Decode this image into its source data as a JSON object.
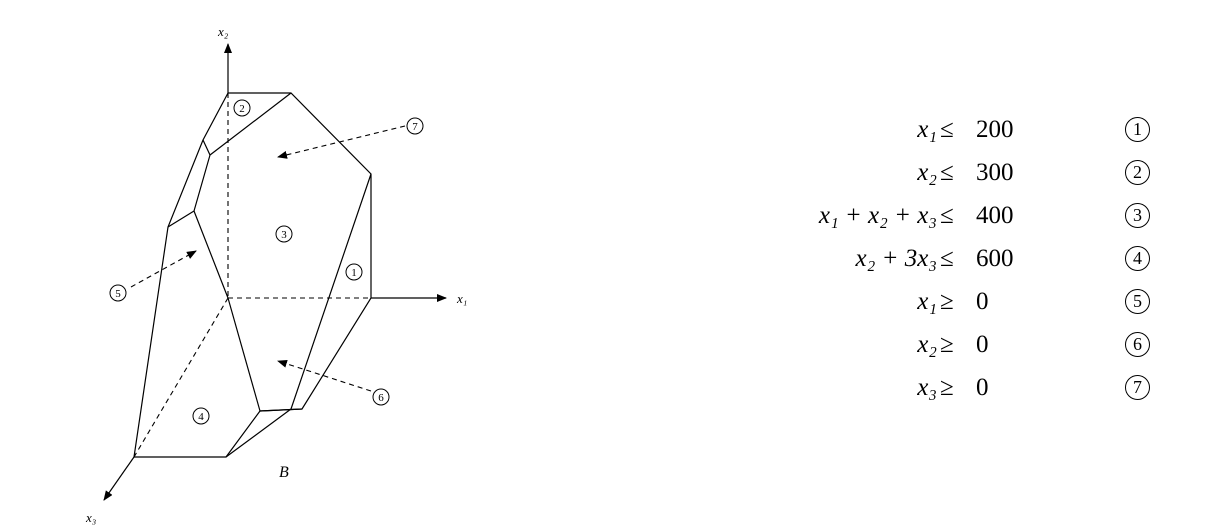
{
  "figure": {
    "axis_labels": {
      "x1": "x₁",
      "x2": "x₂",
      "x3": "x₃"
    },
    "polytope_label": "B",
    "face_labels": [
      "1",
      "2",
      "3",
      "4",
      "5",
      "6",
      "7"
    ]
  },
  "constraints": [
    {
      "lhs": "x₁",
      "rel": "≤",
      "rhs": "200",
      "num": "1"
    },
    {
      "lhs": "x₂",
      "rel": "≤",
      "rhs": "300",
      "num": "2"
    },
    {
      "lhs": "x₁ + x₂ + x₃",
      "rel": "≤",
      "rhs": "400",
      "num": "3"
    },
    {
      "lhs": "x₂ + 3x₃",
      "rel": "≤",
      "rhs": "600",
      "num": "4"
    },
    {
      "lhs": "x₁",
      "rel": "≥",
      "rhs": "0",
      "num": "5"
    },
    {
      "lhs": "x₂",
      "rel": "≥",
      "rhs": "0",
      "num": "6"
    },
    {
      "lhs": "x₃",
      "rel": "≥",
      "rhs": "0",
      "num": "7"
    }
  ]
}
